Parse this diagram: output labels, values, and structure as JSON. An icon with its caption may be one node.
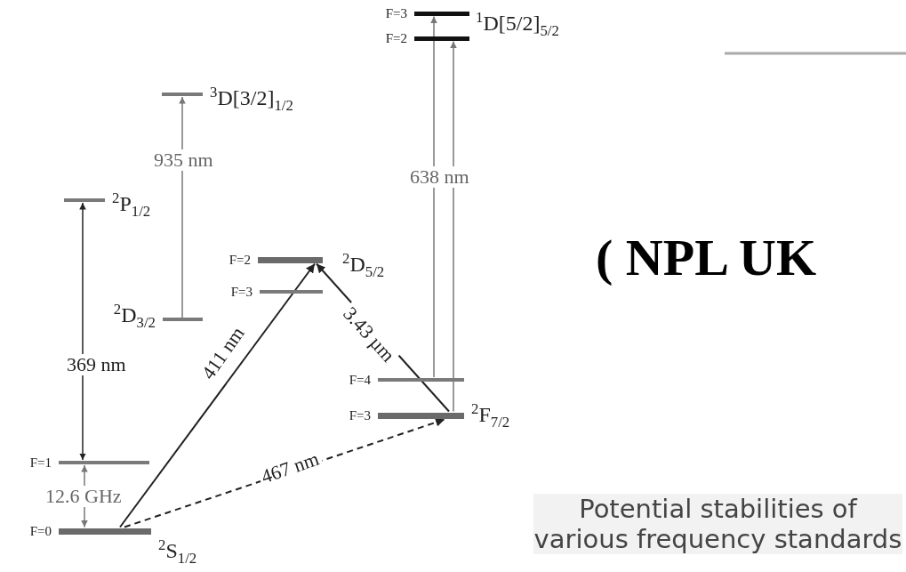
{
  "diagram": {
    "caption": "Potential stabilities of various frequency standards",
    "nodes": [
      {
        "text": [
          "F=1"
        ]
      },
      {
        "text": [
          "F=0"
        ]
      },
      {
        "text": [
          "$^{2}$P$_{1/2}$"
        ]
      },
      {
        "text": [
          "$^{2}$D$_{3/2}$"
        ]
      },
      {
        "text": [
          "$^{3}$D[3/2]$_{1/2}$"
        ]
      },
      {
        "text": [
          "F=2"
        ]
      },
      {
        "text": [
          "F=3"
        ]
      },
      {
        "text": [
          "F=4"
        ]
      },
      {
        "text": [
          "F=3"
        ]
      },
      {
        "text": [
          "F=3"
        ]
      },
      {
        "text": [
          "F=2"
        ]
      }
    ],
    "edges": [
      {
        "from": 0,
        "to": 2,
        "arrow": "both",
        "label": "369 nm"
      },
      {
        "from": 1,
        "to": 0,
        "arrow": "both",
        "label": "12.6 GHz",
        "color": "#777777"
      },
      {
        "from": 3,
        "to": 4,
        "arrow": "to",
        "label": "935 nm",
        "color": "#777777"
      },
      {
        "from": 1,
        "to": 5,
        "arrow": "to",
        "label": "411 nm"
      },
      {
        "from": 8,
        "to": 5,
        "arrow": "to",
        "label": "3.43 µm"
      },
      {
        "from": 1,
        "to": 8,
        "arrow": "to",
        "label": "467 nm",
        "style": "dashed"
      },
      {
        "from": 7,
        "to": 9,
        "arrow": "to",
        "label": "638 nm",
        "color": "#777777"
      },
      {
        "from": 8,
        "to": 10,
        "arrow": "to",
        "color": "#777777"
      }
    ],
    "labels": [
      "$^{1}$D[5/2]$_{5/2}$",
      "$^{2}$D$_{5/2}$",
      "$^{2}$F$_{7/2}$",
      "$^{2}$S$_{1/2}$",
      "( NPL UK"
    ]
  }
}
